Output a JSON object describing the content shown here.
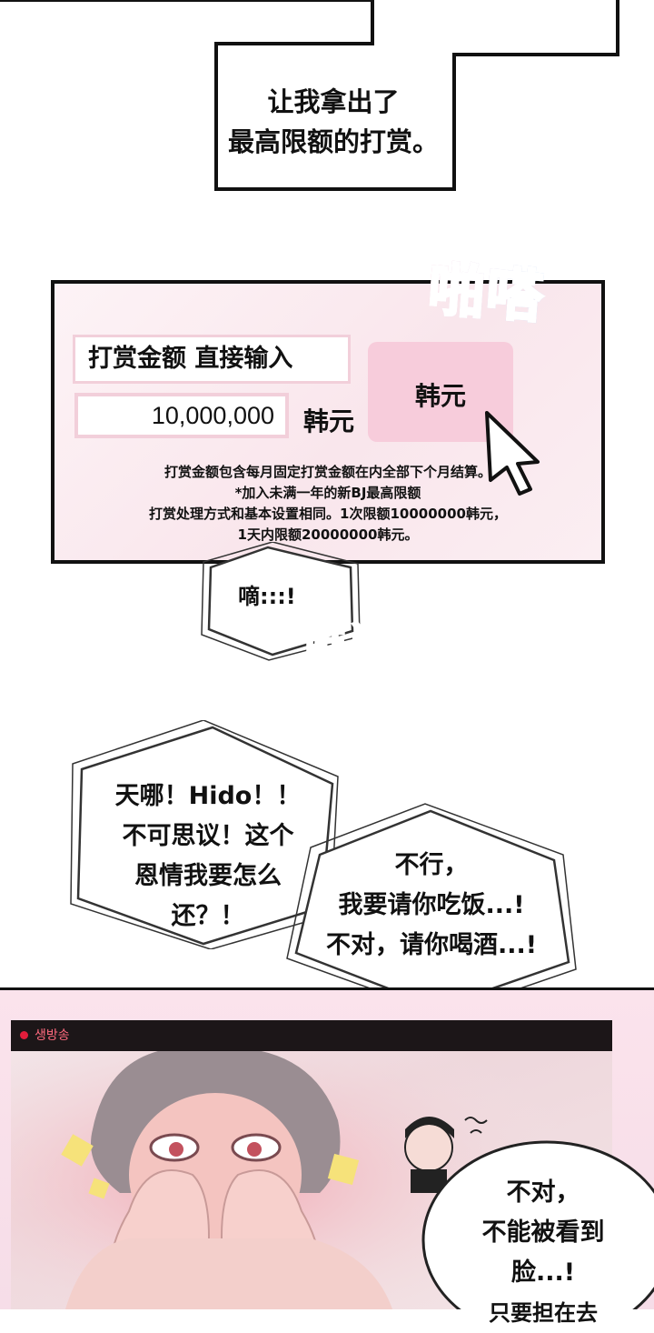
{
  "narration": {
    "line1": "让我拿出了",
    "line2": "最高限额的打赏。"
  },
  "donation_panel": {
    "field_label": "打赏金额 直接输入",
    "amount_value": "10,000,000",
    "unit_label": "韩元",
    "currency_button": "韩元",
    "notes": [
      "打赏金额包含每月固定打赏金额在内全部下个月结算。",
      "*加入未满一年的新BJ最高限额",
      "打赏处理方式和基本设置相同。1次限额10000000韩元，",
      "1天内限额20000000韩元。"
    ]
  },
  "sfx": {
    "click": "啪嗒",
    "clang": "哐当当"
  },
  "bubbles": {
    "small": "嘀:::!",
    "left": [
      "天哪！Hido！！",
      "不可思议！这个",
      "恩情我要怎么",
      "还？！"
    ],
    "right": [
      "不行，",
      "我要请你吃饭...!",
      "不对，请你喝酒...!"
    ],
    "bottom": [
      "不对，",
      "不能被看到",
      "脸...!",
      "只要担在去"
    ]
  },
  "stream": {
    "live_label": "생방송",
    "accent_color": "#e21d3b"
  }
}
